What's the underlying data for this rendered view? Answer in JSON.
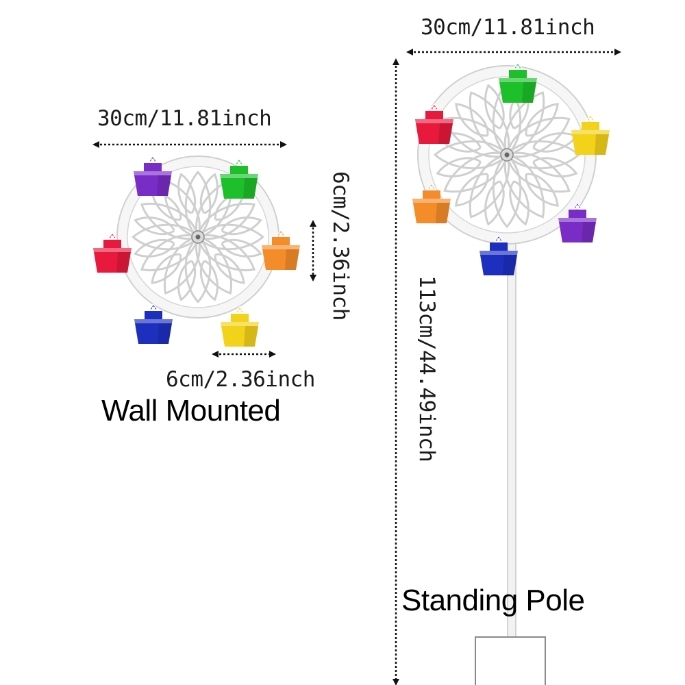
{
  "wall_mounted": {
    "caption": "Wall Mounted",
    "width_label": "30cm/11.81inch",
    "cabin_height_label": "6cm/2.36inch",
    "cabin_width_label": "6cm/2.36inch"
  },
  "standing_pole": {
    "caption": "Standing Pole",
    "width_label": "30cm/11.81inch",
    "height_label": "113cm/44.49inch"
  },
  "colors": {
    "red": "#e8193c",
    "green": "#1dbf2a",
    "yellow": "#f3d21a",
    "orange": "#f58c2a",
    "purple": "#7a2cc6",
    "blue": "#1d2fbf",
    "frame": "#f4f4f4",
    "frame_edge": "#c9c9c9"
  },
  "icons": [
    "ferris-wheel-icon",
    "dimension-arrow-icon"
  ]
}
